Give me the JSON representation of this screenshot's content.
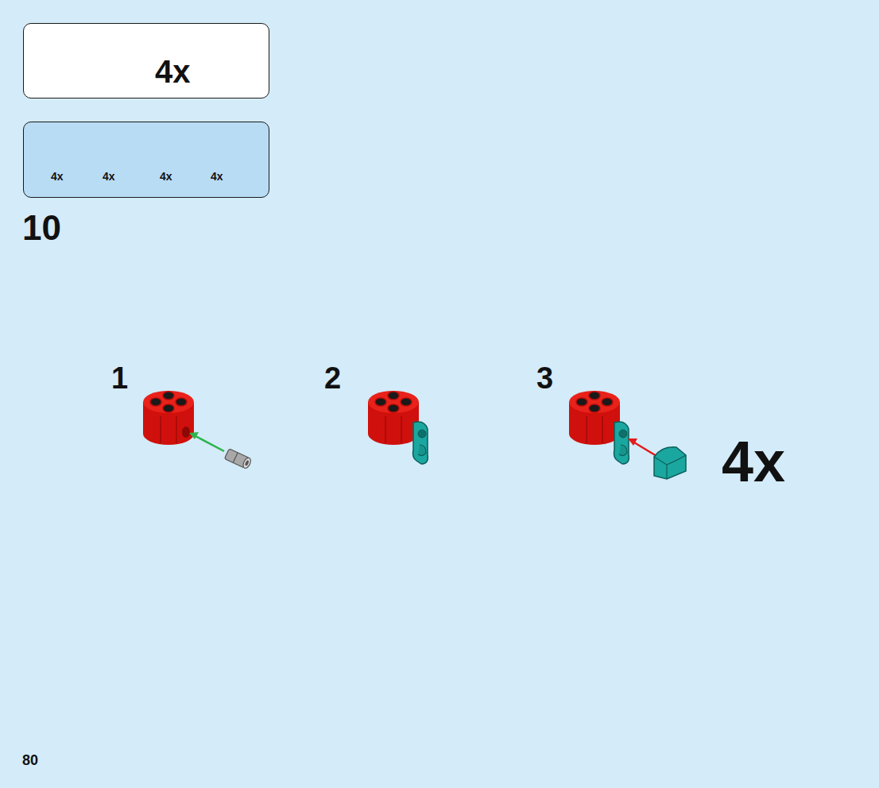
{
  "diagram": {
    "nodes": [
      {
        "text": [
          "4x"
        ]
      },
      {
        "text": [
          "4x",
          "4x",
          "4x",
          "4x"
        ]
      }
    ],
    "labels": [
      "10",
      "1",
      "2",
      "3",
      "4x",
      "80"
    ]
  }
}
